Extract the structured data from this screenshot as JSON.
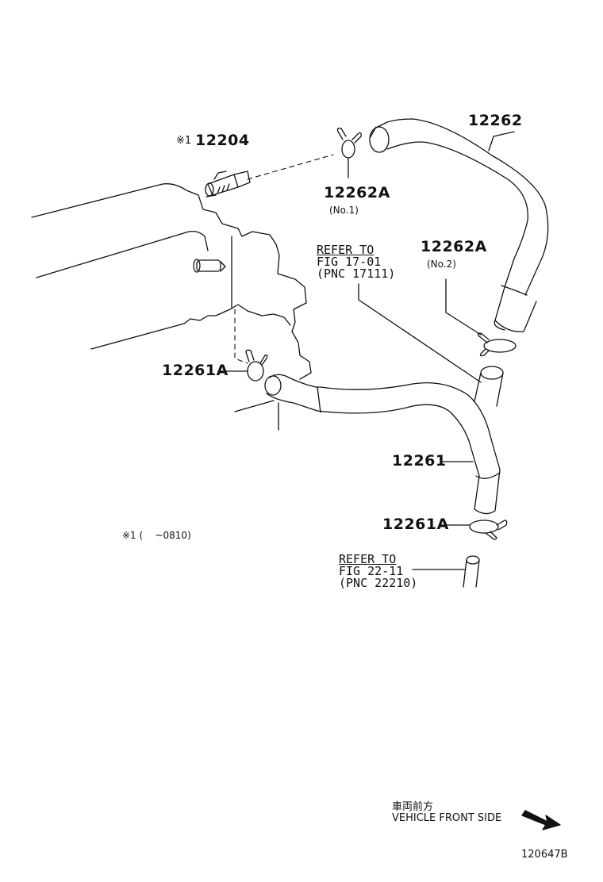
{
  "labels": {
    "mark_12204": "※1",
    "pn_12204": "12204",
    "pn_12262": "12262",
    "pn_12262A_1": "12262A",
    "sub_no1": "(No.1)",
    "pn_12262A_2": "12262A",
    "sub_no2": "(No.2)",
    "pn_12261A_1": "12261A",
    "pn_12261": "12261",
    "pn_12261A_2": "12261A"
  },
  "refs": [
    {
      "line1": "REFER TO",
      "line2": "FIG 17-01",
      "line3": "(PNC 17111)"
    },
    {
      "line1": "REFER TO",
      "line2": "FIG 22-11",
      "line3": "(PNC 22210)"
    }
  ],
  "footnote": {
    "mark": "※1",
    "range": "(    ~0810)"
  },
  "direction": {
    "jp": "車両前方",
    "en": "VEHICLE FRONT SIDE",
    "arrow_icon": "arrow-down-right-icon"
  },
  "figure_code": "120647B",
  "colors": {
    "ink": "#111111",
    "paper": "#ffffff"
  }
}
